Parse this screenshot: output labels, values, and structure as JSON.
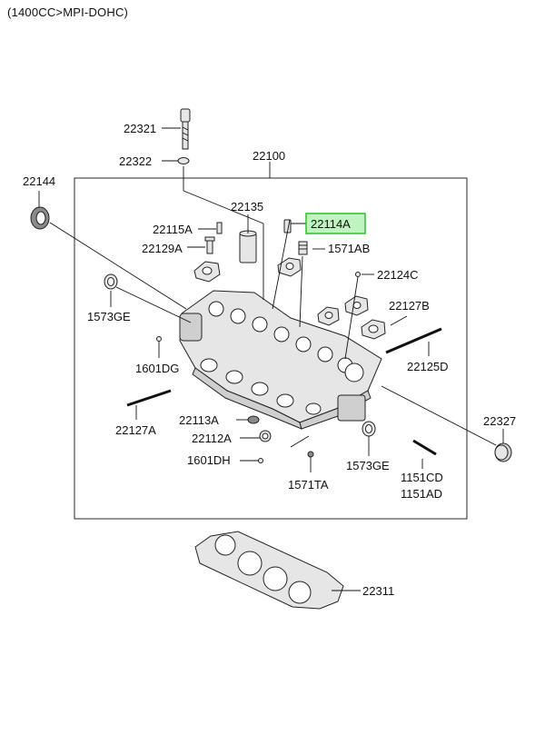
{
  "header": "(1400CC>MPI-DOHC)",
  "highlight_color": "#bff3bf",
  "labels": {
    "p22321": "22321",
    "p22322": "22322",
    "p22100": "22100",
    "p22144": "22144",
    "p22135": "22135",
    "p22114A": "22114A",
    "p22115A": "22115A",
    "p22129A": "22129A",
    "p1571AB": "1571AB",
    "p22124C": "22124C",
    "p1573GE_l": "1573GE",
    "p22127B": "22127B",
    "p1601DG": "1601DG",
    "p22125D": "22125D",
    "p22127A": "22127A",
    "p22113A": "22113A",
    "p22327": "22327",
    "p22112A": "22112A",
    "p1573GE_r": "1573GE",
    "p1601DH": "1601DH",
    "p1151CD": "1151CD",
    "p1571TA": "1571TA",
    "p1151AD": "1151AD",
    "p22311": "22311"
  }
}
